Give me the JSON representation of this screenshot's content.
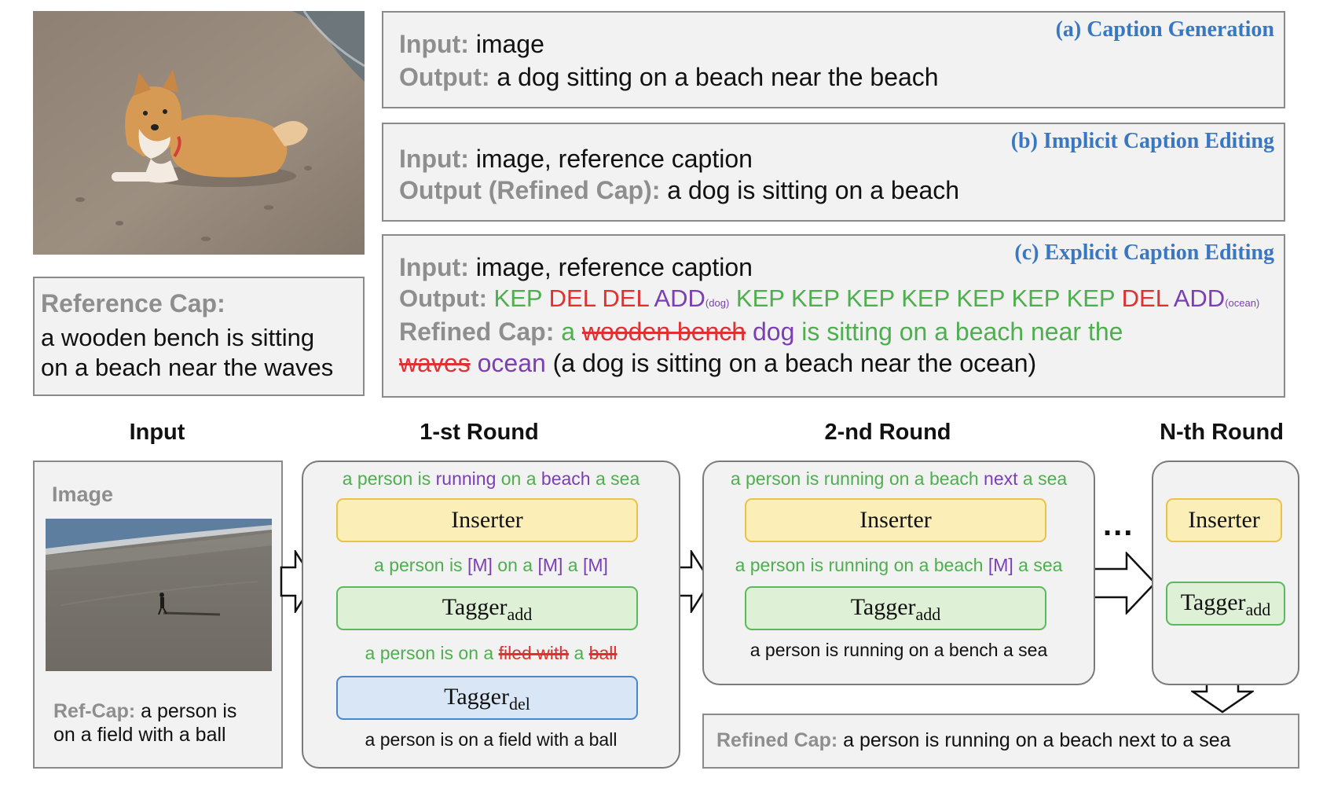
{
  "top_image": {
    "semantic": "dog-on-beach-photo"
  },
  "reference": {
    "label": "Reference Cap:",
    "line1": "a wooden bench is sitting",
    "line2": "on a beach near the waves"
  },
  "panel_a": {
    "title": "(a) Caption Generation",
    "input_label": "Input:",
    "input_value": "image",
    "output_label": "Output:",
    "output_value": "a dog sitting on a beach near the beach"
  },
  "panel_b": {
    "title": "(b) Implicit Caption Editing",
    "input_label": "Input:",
    "input_value": "image, reference caption",
    "output_label": "Output (Refined Cap):",
    "output_value": "a dog is sitting on a beach"
  },
  "panel_c": {
    "title": "(c) Explicit Caption Editing",
    "input_label": "Input:",
    "input_value": "image, reference caption",
    "output_label": "Output:",
    "ops": [
      {
        "text": "KEP",
        "kind": "kep"
      },
      {
        "text": "DEL",
        "kind": "del"
      },
      {
        "text": "DEL",
        "kind": "del"
      },
      {
        "text": "ADD",
        "kind": "add",
        "sub": "(dog)"
      },
      {
        "text": "KEP",
        "kind": "kep"
      },
      {
        "text": "KEP",
        "kind": "kep"
      },
      {
        "text": "KEP",
        "kind": "kep"
      },
      {
        "text": "KEP",
        "kind": "kep"
      },
      {
        "text": "KEP",
        "kind": "kep"
      },
      {
        "text": "KEP",
        "kind": "kep"
      },
      {
        "text": "KEP",
        "kind": "kep"
      },
      {
        "text": "DEL",
        "kind": "del"
      },
      {
        "text": "ADD",
        "kind": "add",
        "sub": "(ocean)"
      }
    ],
    "refined_label": "Refined Cap:",
    "r1_keep1": "a",
    "r1_del": "wooden bench",
    "r1_add": "dog",
    "r1_keep2": "is sitting on a beach near the",
    "r2_del": "waves",
    "r2_add": "ocean",
    "r2_final": "(a dog is sitting on a beach near the ocean)"
  },
  "headers": {
    "input": "Input",
    "round1": "1-st Round",
    "round2": "2-nd Round",
    "roundn": "N-th Round"
  },
  "input_box": {
    "image_label": "Image",
    "refcap_label": "Ref-Cap:",
    "refcap_line1": "a person is",
    "refcap_line2": "on a field with a ball"
  },
  "round1": {
    "top": [
      {
        "t": "a person is",
        "c": "green"
      },
      {
        "t": "running",
        "c": "purple"
      },
      {
        "t": "on a",
        "c": "green"
      },
      {
        "t": "beach",
        "c": "purple"
      },
      {
        "t": "a sea",
        "c": "green"
      }
    ],
    "inserter": "Inserter",
    "mid": [
      {
        "t": "a person is",
        "c": "green"
      },
      {
        "t": "[M]",
        "c": "purple"
      },
      {
        "t": "on a",
        "c": "green"
      },
      {
        "t": "[M]",
        "c": "purple"
      },
      {
        "t": "a",
        "c": "green"
      },
      {
        "t": "[M]",
        "c": "purple"
      }
    ],
    "tagger_add": "Tagger",
    "add_sub": "add",
    "low": [
      {
        "t": "a person is on a",
        "c": "green"
      },
      {
        "t": "filed with",
        "c": "strike"
      },
      {
        "t": "a",
        "c": "green"
      },
      {
        "t": "ball",
        "c": "strike"
      }
    ],
    "tagger_del": "Tagger",
    "del_sub": "del",
    "bottom": "a person is on a field with a ball"
  },
  "round2": {
    "top": [
      {
        "t": "a person is running on a beach",
        "c": "green"
      },
      {
        "t": "next",
        "c": "purple"
      },
      {
        "t": "a sea",
        "c": "green"
      }
    ],
    "inserter": "Inserter",
    "mid": [
      {
        "t": "a person is running on a beach",
        "c": "green"
      },
      {
        "t": "[M]",
        "c": "purple"
      },
      {
        "t": "a sea",
        "c": "green"
      }
    ],
    "tagger_add": "Tagger",
    "add_sub": "add",
    "bottom": "a person is running on a bench a sea"
  },
  "ellipsis": "...",
  "roundn": {
    "inserter": "Inserter",
    "tagger_add": "Tagger",
    "add_sub": "add"
  },
  "final": {
    "label": "Refined Cap:",
    "value": "a person is running on a beach next to a sea"
  },
  "colors": {
    "keep": "#4fae4f",
    "del": "#e03131",
    "add": "#7b3fb3",
    "title_blue": "#3a77c2",
    "gray_label": "#8e8e8e"
  }
}
